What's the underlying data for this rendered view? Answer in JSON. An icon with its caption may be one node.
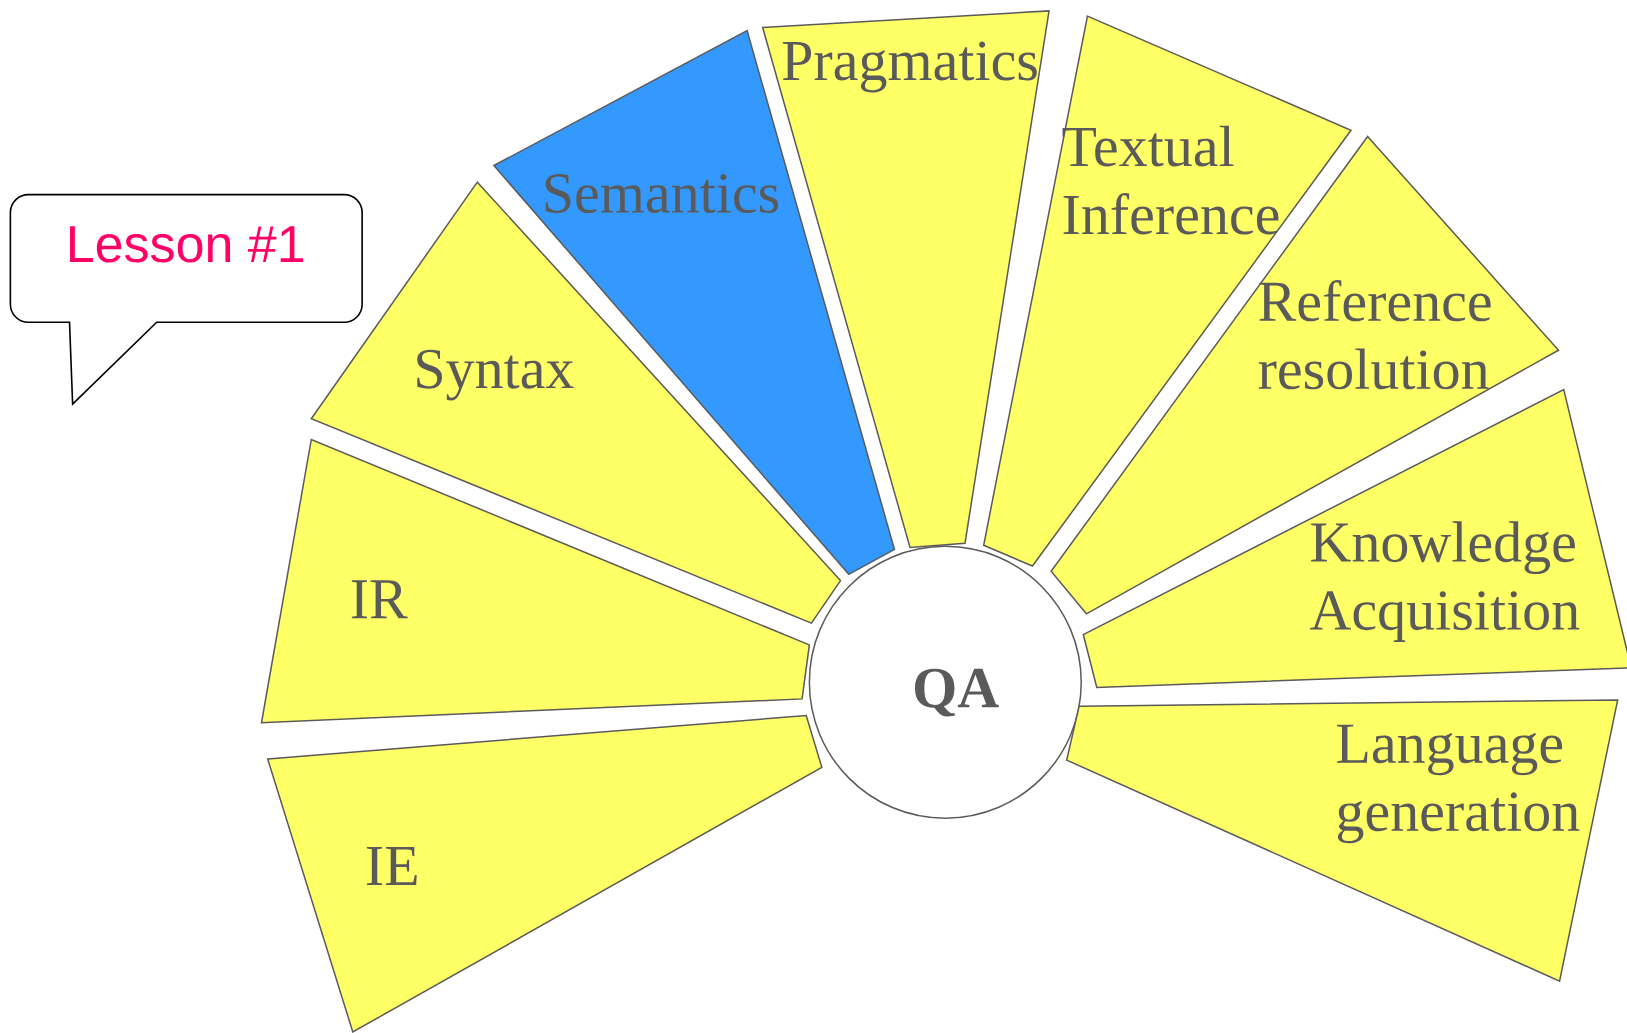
{
  "diagram": {
    "nodes": [
      {
        "text": [
          "QA"
        ]
      },
      {
        "text": [
          "IE"
        ]
      },
      {
        "text": [
          "IR"
        ]
      },
      {
        "text": [
          "Syntax"
        ]
      },
      {
        "text": [
          "Semantics"
        ]
      },
      {
        "text": [
          "Pragmatics"
        ]
      },
      {
        "text": [
          "Textual Inference"
        ]
      },
      {
        "text": [
          "Reference resolution"
        ]
      },
      {
        "text": [
          "Knowledge Acquisition"
        ]
      },
      {
        "text": [
          "Language generation"
        ]
      },
      {
        "text": [
          "Lesson #1"
        ]
      }
    ]
  }
}
